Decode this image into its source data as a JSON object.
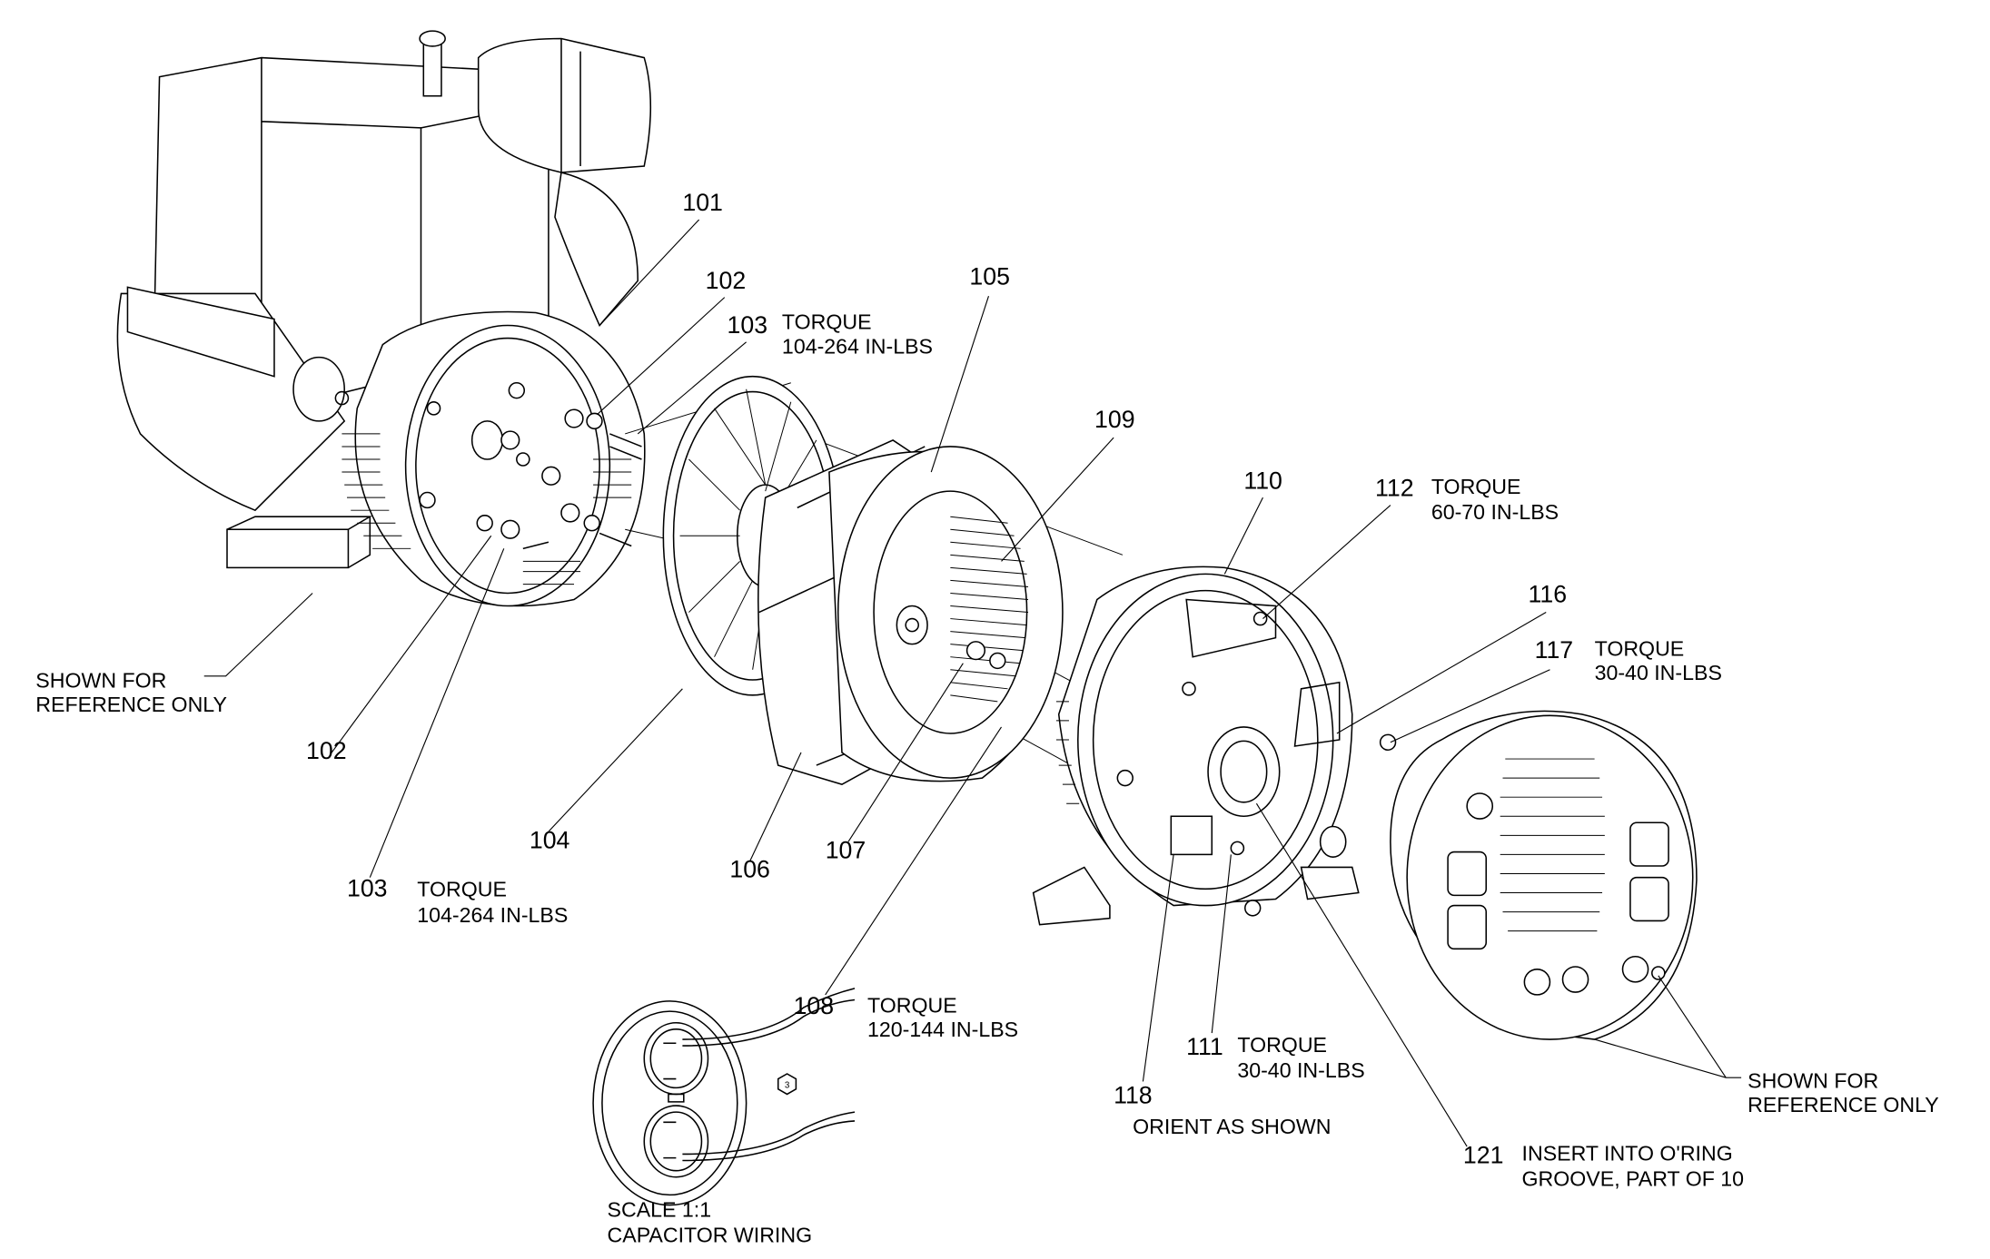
{
  "callouts": {
    "c101": {
      "number": "101"
    },
    "c102a": {
      "number": "102"
    },
    "c103a": {
      "number": "103",
      "note1": "TORQUE",
      "note2": "104-264 IN-LBS"
    },
    "c105": {
      "number": "105"
    },
    "c109": {
      "number": "109"
    },
    "c110": {
      "number": "110"
    },
    "c112": {
      "number": "112",
      "note1": "TORQUE",
      "note2": "60-70 IN-LBS"
    },
    "c116": {
      "number": "116"
    },
    "c117": {
      "number": "117",
      "note1": "TORQUE",
      "note2": "30-40 IN-LBS"
    },
    "c102b": {
      "number": "102"
    },
    "c104": {
      "number": "104"
    },
    "c103b": {
      "number": "103",
      "note1": "TORQUE",
      "note2": "104-264 IN-LBS"
    },
    "c106": {
      "number": "106"
    },
    "c107": {
      "number": "107"
    },
    "c108": {
      "number": "108",
      "note1": "TORQUE",
      "note2": "120-144 IN-LBS"
    },
    "c111": {
      "number": "111",
      "note1": "TORQUE",
      "note2": "30-40 IN-LBS"
    },
    "c118": {
      "number": "118",
      "note1": "ORIENT AS SHOWN"
    },
    "c121": {
      "number": "121",
      "note1": "INSERT INTO O'RING",
      "note2": "GROOVE, PART OF 10"
    }
  },
  "reference_left": {
    "line1": "SHOWN FOR",
    "line2": "REFERENCE ONLY"
  },
  "reference_right": {
    "line1": "SHOWN FOR",
    "line2": "REFERENCE ONLY"
  },
  "capacitor_detail": {
    "line1": "SCALE 1:1",
    "line2": "CAPACITOR WIRING",
    "hex_marker": "3"
  }
}
